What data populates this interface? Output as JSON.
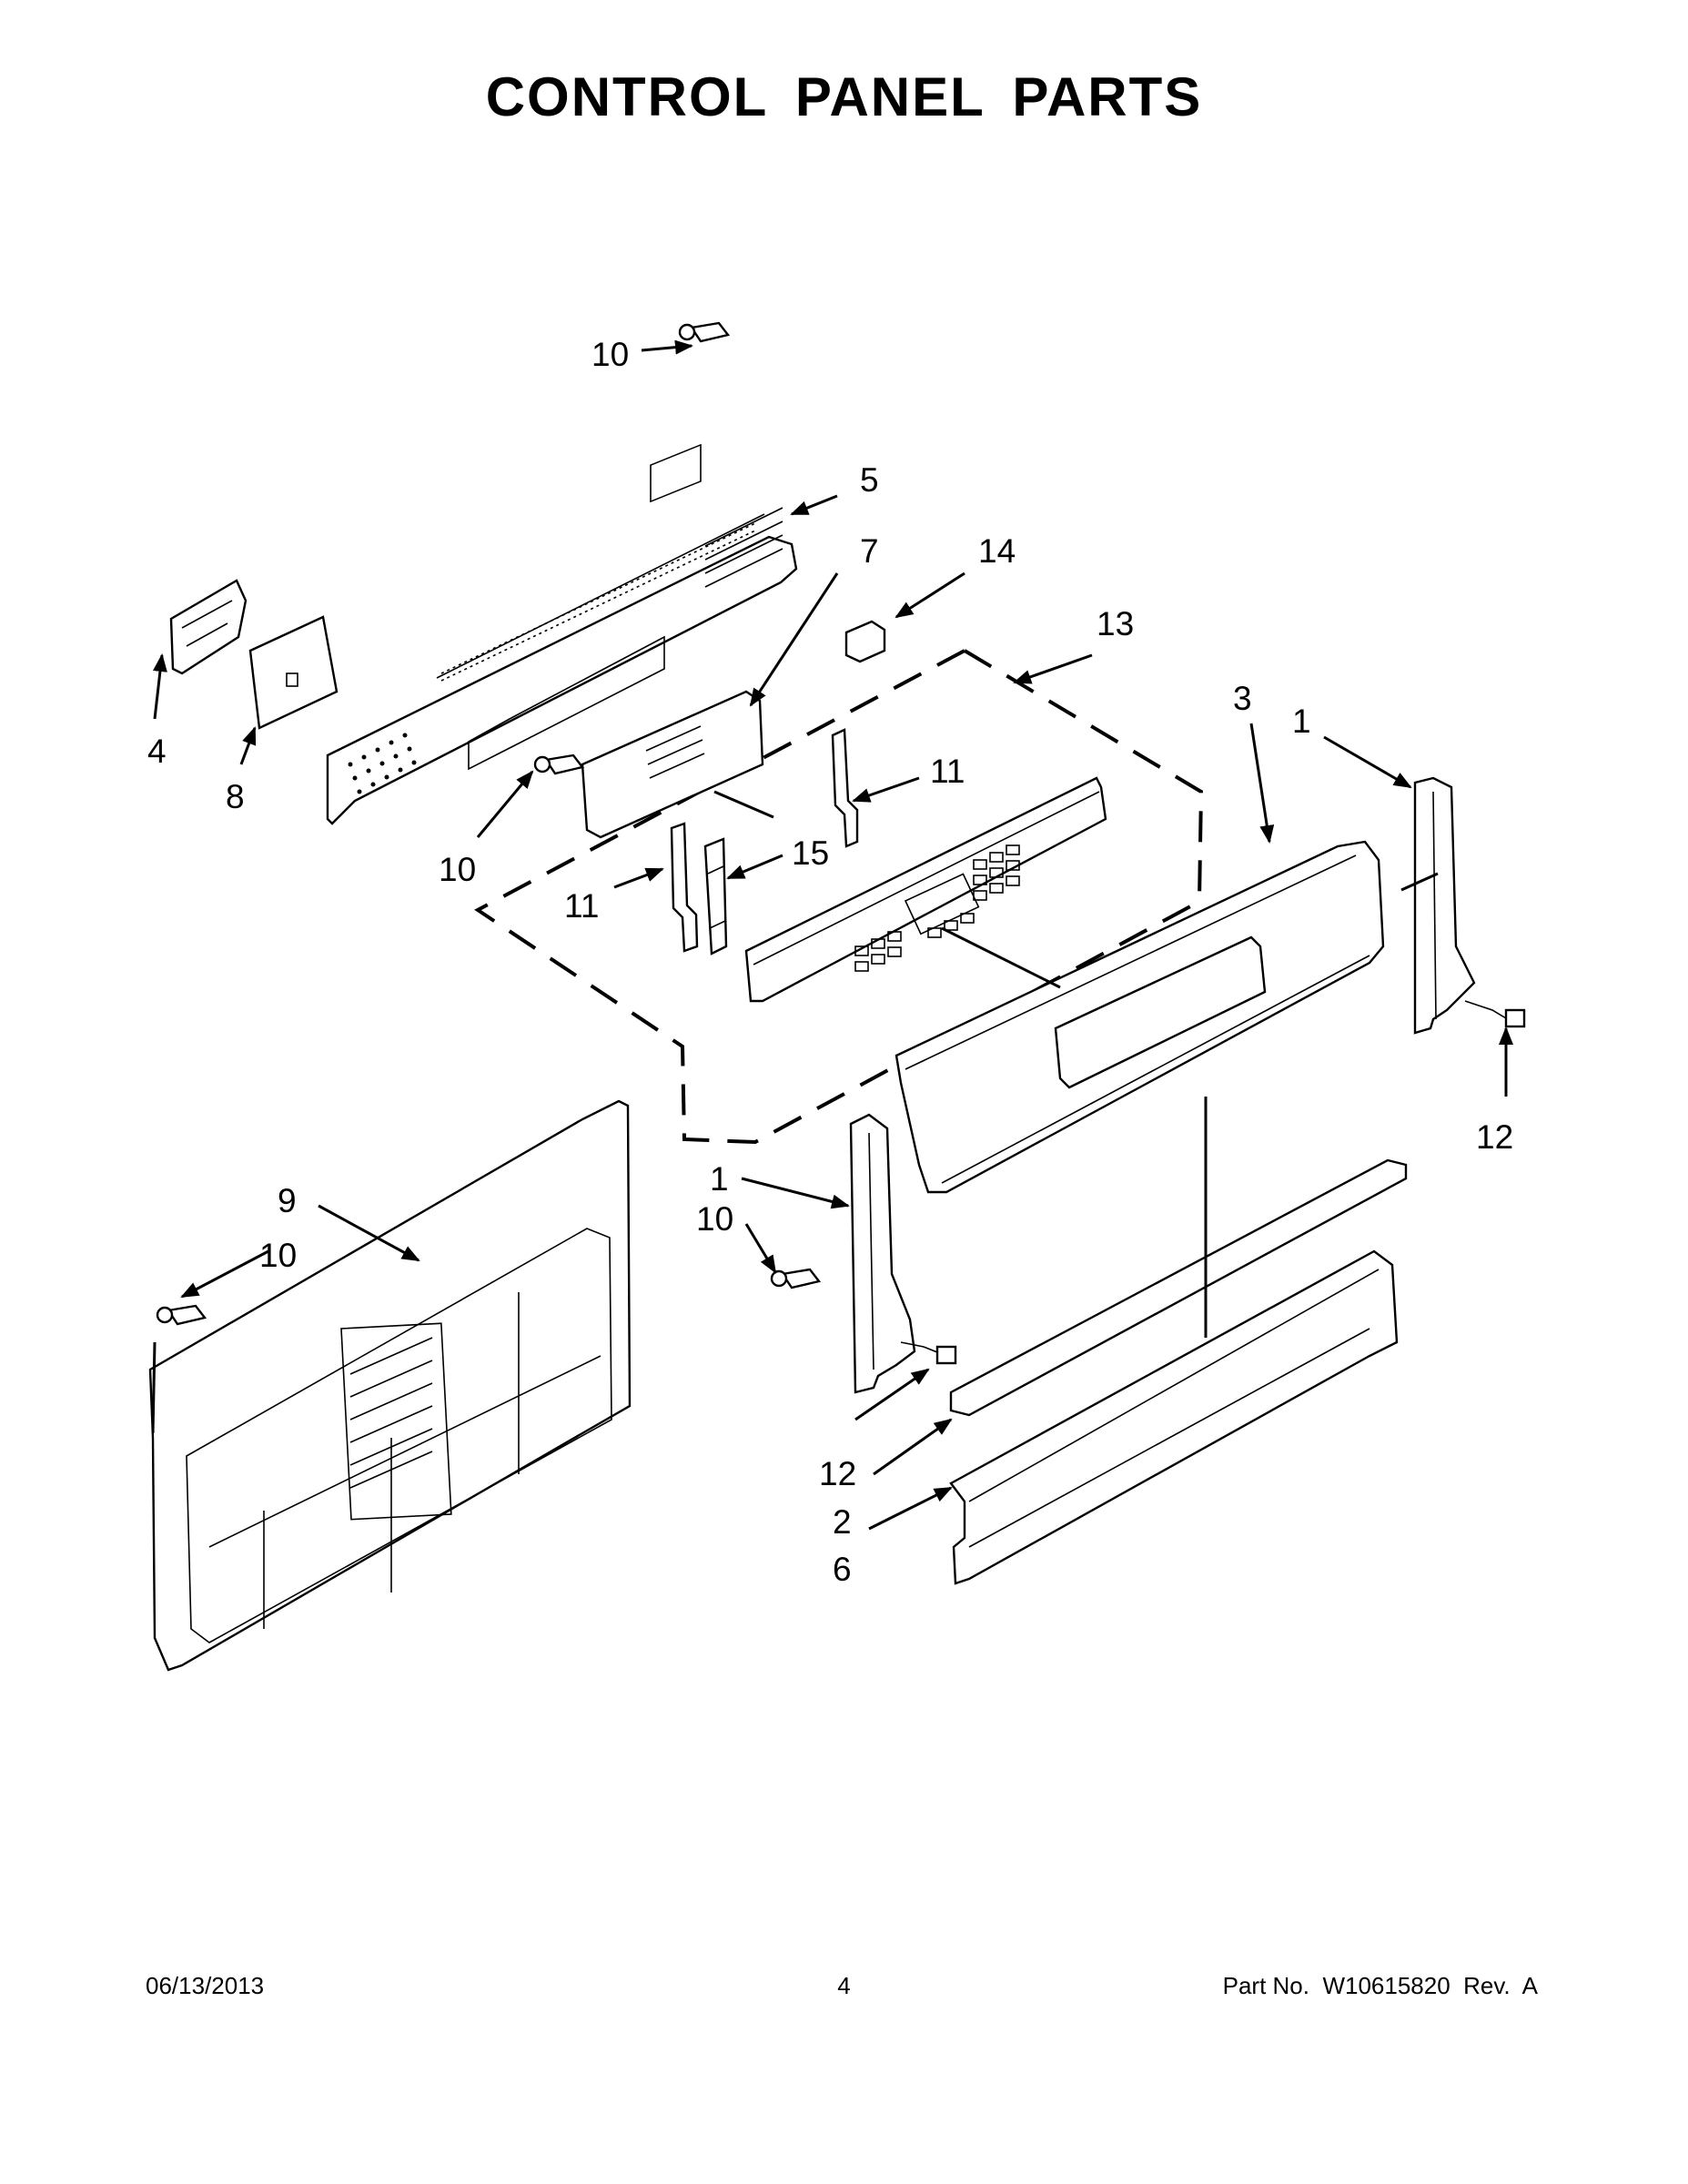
{
  "title": "CONTROL PANEL PARTS",
  "footer": {
    "date": "06/13/2013",
    "page": "4",
    "part_no": "Part No.  W10615820  Rev.  A"
  },
  "callouts": {
    "c10_top": "10",
    "c5": "5",
    "c7": "7",
    "c14": "14",
    "c13": "13",
    "c4": "4",
    "c8": "8",
    "c10_mid": "10",
    "c11_right": "11",
    "c11_left": "11",
    "c15": "15",
    "c3": "3",
    "c1_right": "1",
    "c12_right": "12",
    "c1_center": "1",
    "c10_center": "10",
    "c9": "9",
    "c10_left": "10",
    "c12_center": "12",
    "c2": "2",
    "c6": "6"
  }
}
